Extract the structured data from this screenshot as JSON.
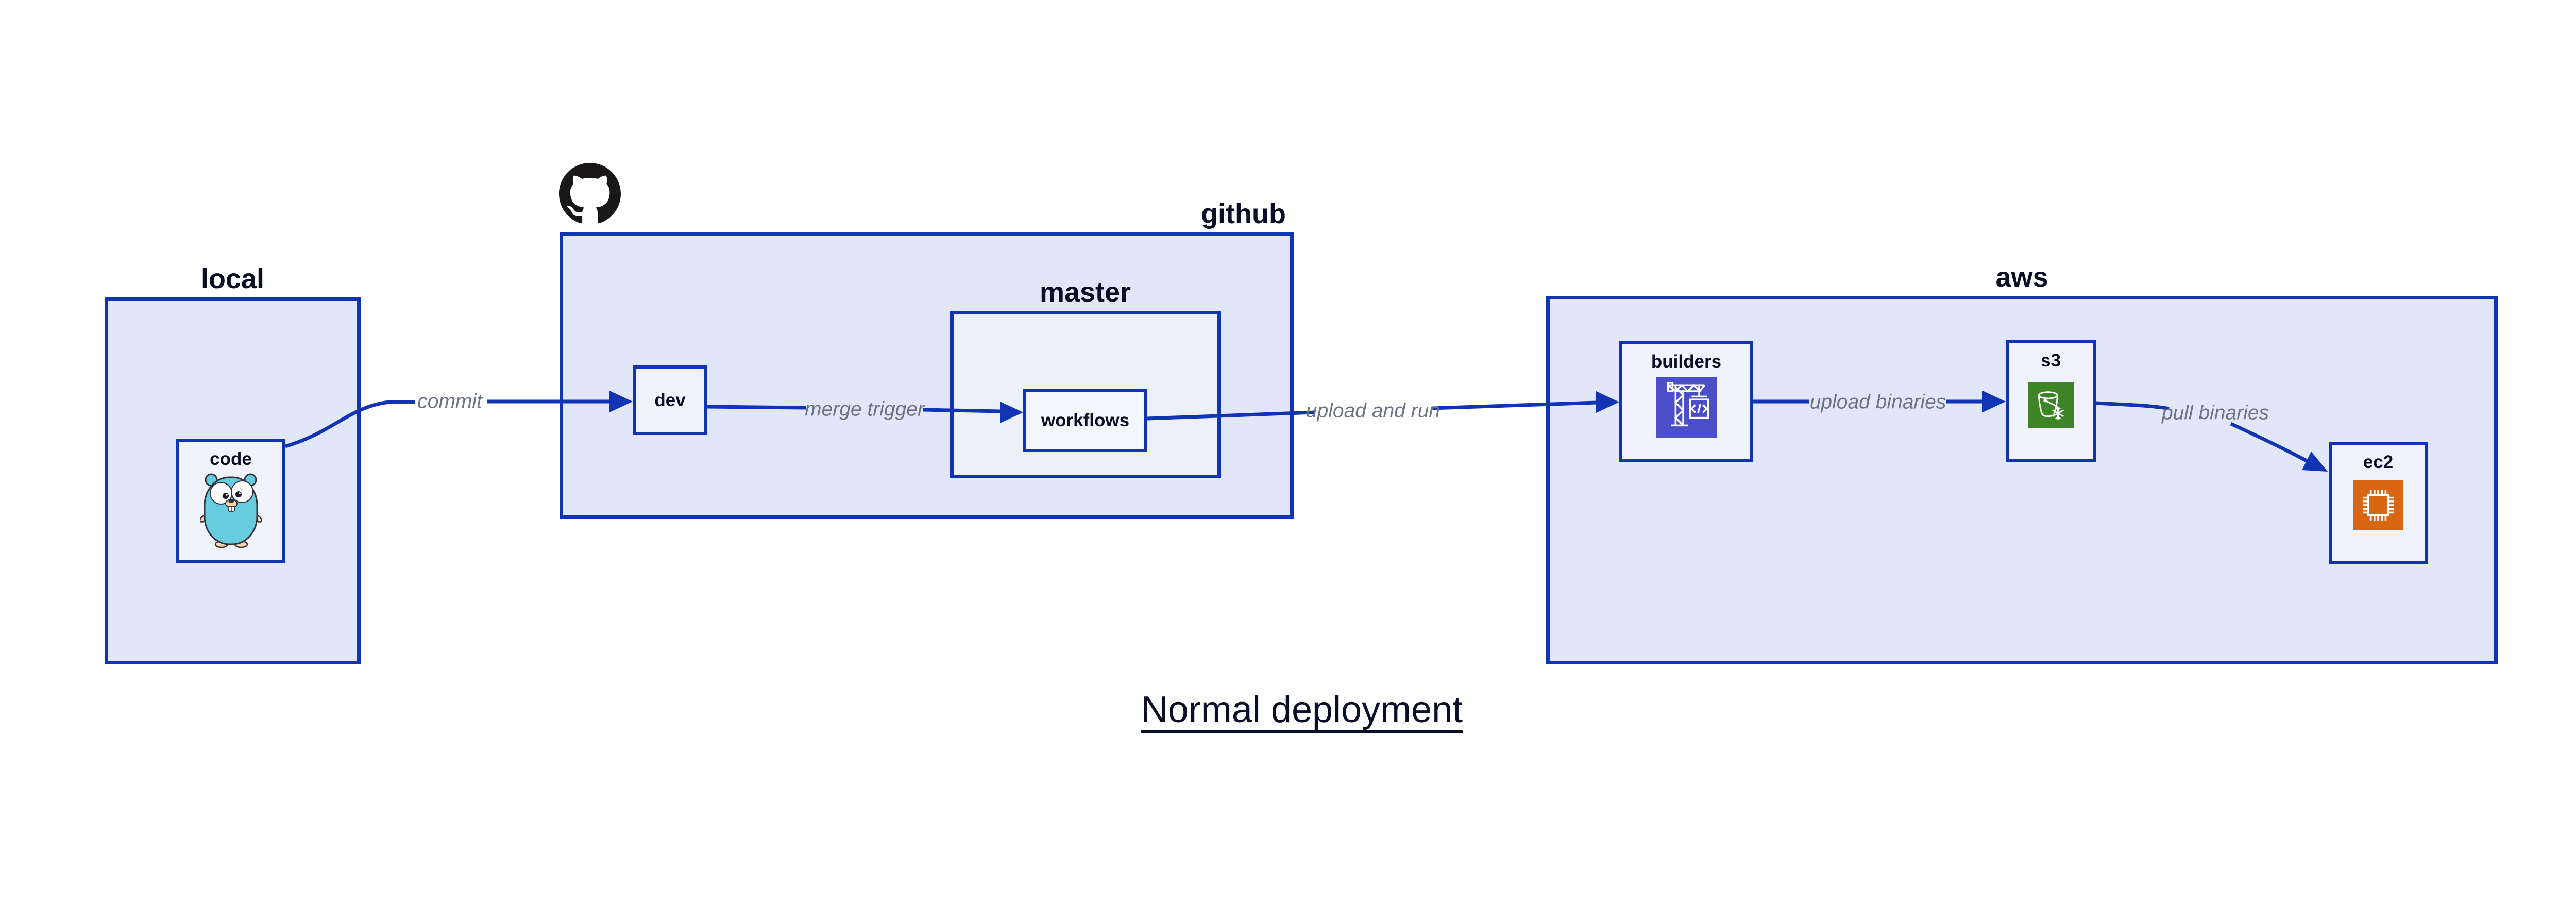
{
  "diagram": {
    "title": "Normal deployment"
  },
  "containers": {
    "local": {
      "label": "local"
    },
    "github": {
      "label": "github"
    },
    "master": {
      "label": "master"
    },
    "aws": {
      "label": "aws"
    }
  },
  "nodes": {
    "code": {
      "label": "code",
      "icon": "go-gopher-icon"
    },
    "dev": {
      "label": "dev"
    },
    "workflows": {
      "label": "workflows"
    },
    "builders": {
      "label": "builders",
      "icon": "aws-codebuild-crane-icon"
    },
    "s3": {
      "label": "s3",
      "icon": "aws-s3-glacier-bucket-icon"
    },
    "ec2": {
      "label": "ec2",
      "icon": "aws-ec2-chip-icon"
    }
  },
  "edges": [
    {
      "from": "code",
      "to": "dev",
      "label": "commit"
    },
    {
      "from": "dev",
      "to": "workflows",
      "label": "merge trigger"
    },
    {
      "from": "workflows",
      "to": "builders",
      "label": "upload and run"
    },
    {
      "from": "builders",
      "to": "s3",
      "label": "upload binaries"
    },
    {
      "from": "s3",
      "to": "ec2",
      "label": "pull binaries"
    }
  ],
  "colors": {
    "accent": "#1134B5",
    "container_fill": "#E1E6F9",
    "nested_container_fill": "#ECF0FB",
    "node_fill": "#F1F3FC",
    "label_text": "#0A0F25",
    "edge_label_text": "#6E7382",
    "github_logo": "#191717",
    "gopher_teal": "#66CCE0",
    "gopher_tan": "#F6D5A7",
    "gopher_outline": "#32323E",
    "codebuild_indigo": "#4A4EC8",
    "s3_green": "#3E8527",
    "ec2_orange": "#D86613"
  }
}
